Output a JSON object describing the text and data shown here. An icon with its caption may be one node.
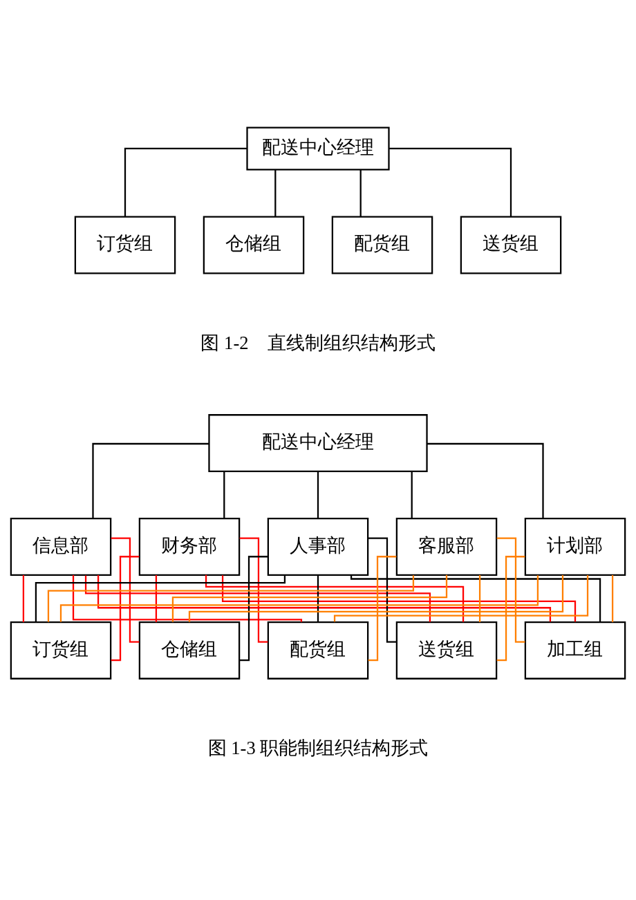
{
  "diagram": {
    "nodes": [
      {
        "text": [
          "配送中心经理"
        ]
      },
      {
        "text": [
          "订货组"
        ]
      },
      {
        "text": [
          "仓储组"
        ]
      },
      {
        "text": [
          "配货组"
        ]
      },
      {
        "text": [
          "送货组"
        ]
      },
      {
        "text": [
          "配送中心经理"
        ]
      },
      {
        "text": [
          "信息部"
        ]
      },
      {
        "text": [
          "财务部"
        ]
      },
      {
        "text": [
          "人事部"
        ]
      },
      {
        "text": [
          "客服部"
        ]
      },
      {
        "text": [
          "计划部"
        ]
      },
      {
        "text": [
          "订货组"
        ]
      },
      {
        "text": [
          "仓储组"
        ]
      },
      {
        "text": [
          "配货组"
        ]
      },
      {
        "text": [
          "送货组"
        ]
      },
      {
        "text": [
          "加工组"
        ]
      }
    ],
    "edges": [
      {
        "from": 0,
        "to": 1,
        "arrow": "none"
      },
      {
        "from": 0,
        "to": 2,
        "arrow": "none"
      },
      {
        "from": 0,
        "to": 3,
        "arrow": "none"
      },
      {
        "from": 0,
        "to": 4,
        "arrow": "none"
      },
      {
        "from": 5,
        "to": 6,
        "arrow": "none"
      },
      {
        "from": 5,
        "to": 7,
        "arrow": "none"
      },
      {
        "from": 5,
        "to": 8,
        "arrow": "none"
      },
      {
        "from": 5,
        "to": 9,
        "arrow": "none"
      },
      {
        "from": 5,
        "to": 10,
        "arrow": "none"
      },
      {
        "from": 6,
        "to": 11,
        "arrow": "none",
        "color": "#ff0000"
      },
      {
        "from": 6,
        "to": 12,
        "arrow": "none",
        "color": "#ff0000"
      },
      {
        "from": 6,
        "to": 13,
        "arrow": "none",
        "color": "#ff0000"
      },
      {
        "from": 6,
        "to": 14,
        "arrow": "none",
        "color": "#ff0000"
      },
      {
        "from": 6,
        "to": 15,
        "arrow": "none",
        "color": "#ff0000"
      },
      {
        "from": 7,
        "to": 11,
        "arrow": "none",
        "color": "#ff0000"
      },
      {
        "from": 7,
        "to": 12,
        "arrow": "none",
        "color": "#ff0000"
      },
      {
        "from": 7,
        "to": 13,
        "arrow": "none",
        "color": "#ff0000"
      },
      {
        "from": 7,
        "to": 14,
        "arrow": "none",
        "color": "#ff0000"
      },
      {
        "from": 7,
        "to": 15,
        "arrow": "none",
        "color": "#ff0000"
      },
      {
        "from": 8,
        "to": 11,
        "arrow": "none"
      },
      {
        "from": 8,
        "to": 12,
        "arrow": "none"
      },
      {
        "from": 8,
        "to": 13,
        "arrow": "none"
      },
      {
        "from": 8,
        "to": 14,
        "arrow": "none"
      },
      {
        "from": 8,
        "to": 15,
        "arrow": "none"
      },
      {
        "from": 9,
        "to": 11,
        "arrow": "none",
        "color": "#ff7f00"
      },
      {
        "from": 9,
        "to": 12,
        "arrow": "none",
        "color": "#ff7f00"
      },
      {
        "from": 9,
        "to": 13,
        "arrow": "none",
        "color": "#ff7f00"
      },
      {
        "from": 9,
        "to": 14,
        "arrow": "none",
        "color": "#ff7f00"
      },
      {
        "from": 9,
        "to": 15,
        "arrow": "none",
        "color": "#ff7f00"
      },
      {
        "from": 10,
        "to": 11,
        "arrow": "none",
        "color": "#ff7f00"
      },
      {
        "from": 10,
        "to": 12,
        "arrow": "none",
        "color": "#ff7f00"
      },
      {
        "from": 10,
        "to": 13,
        "arrow": "none",
        "color": "#ff7f00"
      },
      {
        "from": 10,
        "to": 14,
        "arrow": "none",
        "color": "#ff7f00"
      },
      {
        "from": 10,
        "to": 15,
        "arrow": "none",
        "color": "#ff7f00"
      }
    ],
    "labels": [
      "图 1-2　直线制组织结构形式",
      "图 1-3 职能制组织结构形式"
    ]
  }
}
